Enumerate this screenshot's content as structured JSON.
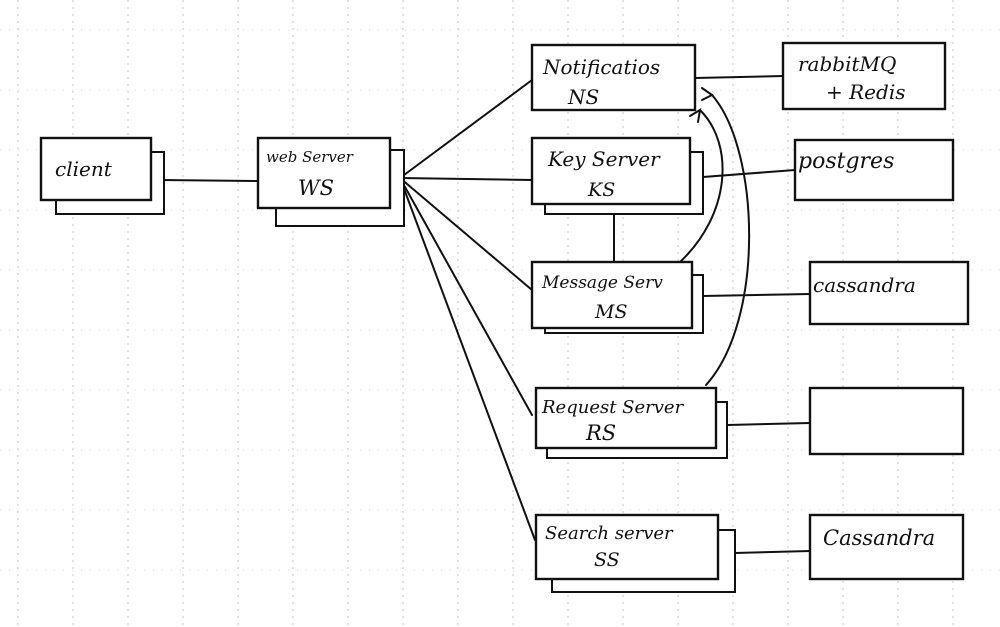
{
  "colors": {
    "ink": "#111111",
    "paper": "#ffffff",
    "grid": "#b8b8b8"
  },
  "nodes": {
    "client": {
      "line1": "client"
    },
    "web_server": {
      "line1": "web Server",
      "line2": "WS"
    },
    "notification_server": {
      "line1": "Notificatios",
      "line2": "NS"
    },
    "key_server": {
      "line1": "Key Server",
      "line2": "KS"
    },
    "message_server": {
      "line1": "Message Serv",
      "line2": "MS"
    },
    "request_server": {
      "line1": "Request Server",
      "line2": "RS"
    },
    "search_server": {
      "line1": "Search server",
      "line2": "SS"
    },
    "rabbitmq_redis": {
      "line1": "rabbitMQ",
      "line2": "+ Redis"
    },
    "postgres": {
      "line1": "postgres"
    },
    "cassandra_messages": {
      "line1": "cassandra"
    },
    "request_store": {
      "line1": ""
    },
    "cassandra_search": {
      "line1": "Cassandra"
    }
  }
}
